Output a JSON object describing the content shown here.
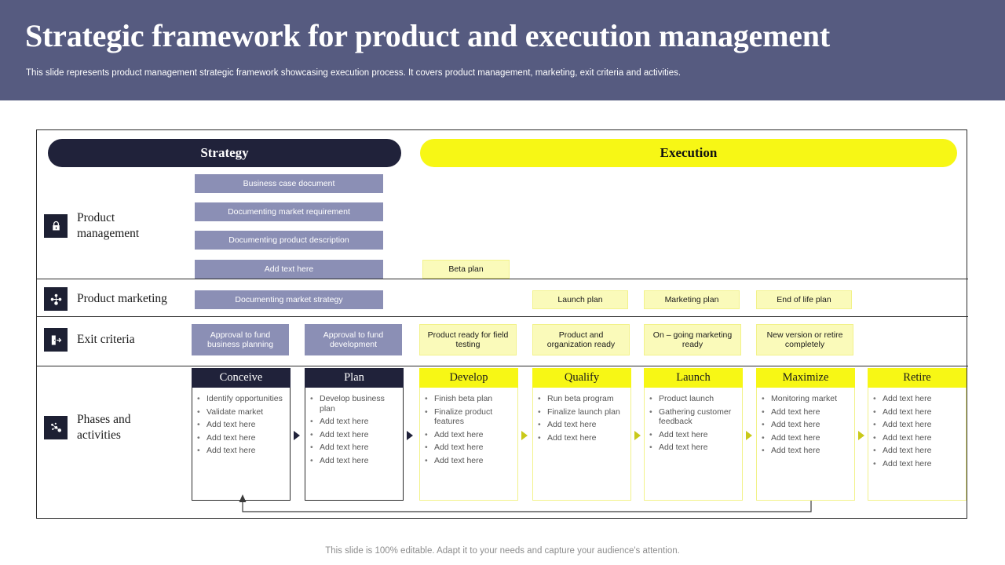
{
  "header": {
    "title": "Strategic framework for product and execution management",
    "subtitle": "This slide represents product management strategic framework showcasing execution process. It covers product management, marketing, exit criteria and activities.",
    "bg_color": "#565b80"
  },
  "banner": {
    "strategy_label": "Strategy",
    "execution_label": "Execution",
    "strategy_color": "#20223a",
    "execution_color": "#f7f715"
  },
  "colors": {
    "purple": "#8b8fb5",
    "light_yellow": "#fafaba",
    "yellow": "#f7f715",
    "dark": "#20223a"
  },
  "rows": [
    {
      "id": "product-management",
      "label": "Product\nmanagement",
      "label_line1": "Product",
      "label_line2": "management",
      "icon": "lock-icon",
      "strategy_boxes": [
        "Business case document",
        "Documenting  market requirement",
        "Documenting product description",
        "Add text here"
      ],
      "execution_boxes": [
        "Beta plan"
      ]
    },
    {
      "id": "product-marketing",
      "label": "Product marketing",
      "icon": "network-icon",
      "strategy_boxes": [
        "Documenting market strategy"
      ],
      "execution_boxes": [
        "Launch plan",
        "Marketing plan",
        "End of life plan"
      ]
    },
    {
      "id": "exit-criteria",
      "label": "Exit criteria",
      "icon": "exit-door-icon",
      "strategy_boxes": [
        "Approval to fund business planning",
        "Approval to fund development"
      ],
      "execution_boxes": [
        "Product ready for field testing",
        "Product and organization ready",
        "On – going marketing ready",
        "New version or retire completely"
      ]
    },
    {
      "id": "phases-and-activities",
      "label_line1": "Phases and",
      "label_line2": "activities",
      "icon": "nodes-icon"
    }
  ],
  "phases": [
    {
      "name": "Conceive",
      "style": "dark",
      "items": [
        "Identify opportunities",
        "Validate market",
        "Add text here",
        "Add text here",
        "Add text here"
      ]
    },
    {
      "name": "Plan",
      "style": "dark",
      "items": [
        "Develop business plan",
        "Add text here",
        "Add text here",
        "Add text here",
        "Add text here"
      ]
    },
    {
      "name": "Develop",
      "style": "yellow",
      "items": [
        "Finish beta plan",
        "Finalize product features",
        "Add text here",
        "Add text here",
        "Add text here"
      ]
    },
    {
      "name": "Qualify",
      "style": "yellow",
      "items": [
        "Run beta program",
        "Finalize launch plan",
        "Add text here",
        "Add text here"
      ]
    },
    {
      "name": "Launch",
      "style": "yellow",
      "items": [
        "Product launch",
        "Gathering customer feedback",
        "Add text here",
        "Add text here"
      ]
    },
    {
      "name": "Maximize",
      "style": "yellow",
      "items": [
        "Monitoring market",
        "Add text here",
        "Add text here",
        "Add text here",
        "Add text here"
      ]
    },
    {
      "name": "Retire",
      "style": "yellow",
      "items": [
        "Add text here",
        "Add text here",
        "Add text here",
        "Add text here",
        "Add text here",
        "Add text here"
      ]
    }
  ],
  "footer": {
    "text": "This slide is 100% editable. Adapt it to your needs and capture your audience's attention."
  }
}
